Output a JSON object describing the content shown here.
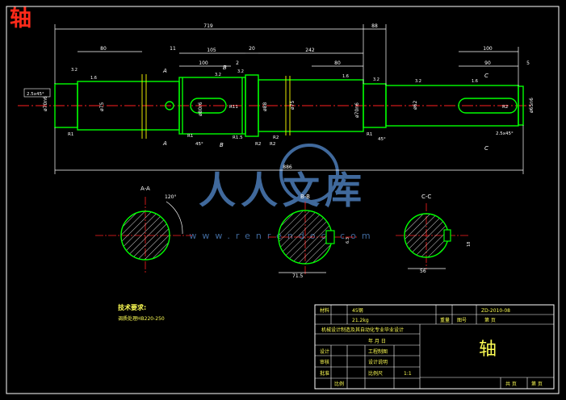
{
  "drawing_title": "轴",
  "colors": {
    "bg": "#000000",
    "outline": "#00ff00",
    "dim": "#ffffff",
    "center": "#ff2020",
    "hatch": "#ffffff",
    "yellow": "#e6e600",
    "frame": "#ffffff",
    "title_text": "#ffff55",
    "watermark": "#4c7cb8",
    "red": "#ff2a1a"
  },
  "dimensions": {
    "overall_top": "719",
    "right_top": "88",
    "d80": "80",
    "d105": "105",
    "d242": "242",
    "d100_left": "100",
    "d80_right": "80",
    "d100_right": "100",
    "d90": "90",
    "d5": "5",
    "d11": "11",
    "d2": "2",
    "d20": "20",
    "overall_bottom": "886"
  },
  "diameters": [
    "ø70n6",
    "ø75",
    "ø80r6",
    "ø88",
    "ø75",
    "ø70n6",
    "ø62",
    "ø65n6"
  ],
  "chamfers": [
    "2.5x45°",
    "2.5x45°"
  ],
  "roughness": [
    "3.2",
    "1.6",
    "3.2",
    "3.2",
    "1.6",
    "3.2",
    "3.2",
    "1.6"
  ],
  "fillets": [
    "R1",
    "R1",
    "R1.5",
    "R2",
    "R1",
    "R2"
  ],
  "misc_labels": {
    "keyway_left": "R11",
    "keyway_right": "R2",
    "angle_45a": "45°",
    "angle_45b": "45°",
    "gap_r2": "R2"
  },
  "section_marks": [
    "A",
    "A",
    "B",
    "B",
    "C",
    "C"
  ],
  "sections": {
    "aa": {
      "title": "A-A",
      "angle": "120°"
    },
    "bb": {
      "title": "B-B",
      "dim": "71.5",
      "depth": "6.3"
    },
    "cc": {
      "title": "C-C",
      "dim": "56",
      "depth": "18"
    }
  },
  "tech_req": {
    "title": "技术要求:",
    "line": "调质处理HB220-250"
  },
  "watermark": {
    "text": "人人文库",
    "url": "www.renrendoc.com"
  },
  "title_block": {
    "material_label": "材料",
    "material": "45钢",
    "weight_label": "重量",
    "weight": "21.2kg",
    "drawing_no_label": "图号",
    "drawing_no": "ZD-2010-08",
    "scale_label": "比例",
    "scale": "1:1",
    "sheet_label": "共 页",
    "sheet": "第 页",
    "school": "机械设计制造及其自动化专业毕业设计",
    "date_label": "年 月 日",
    "roles": [
      "设计",
      "审核",
      "批准"
    ],
    "role_values": [
      "工程制图",
      "设计说明",
      "比例尺"
    ],
    "part_name": "轴",
    "footer": [
      "共 页",
      "第 页"
    ]
  }
}
